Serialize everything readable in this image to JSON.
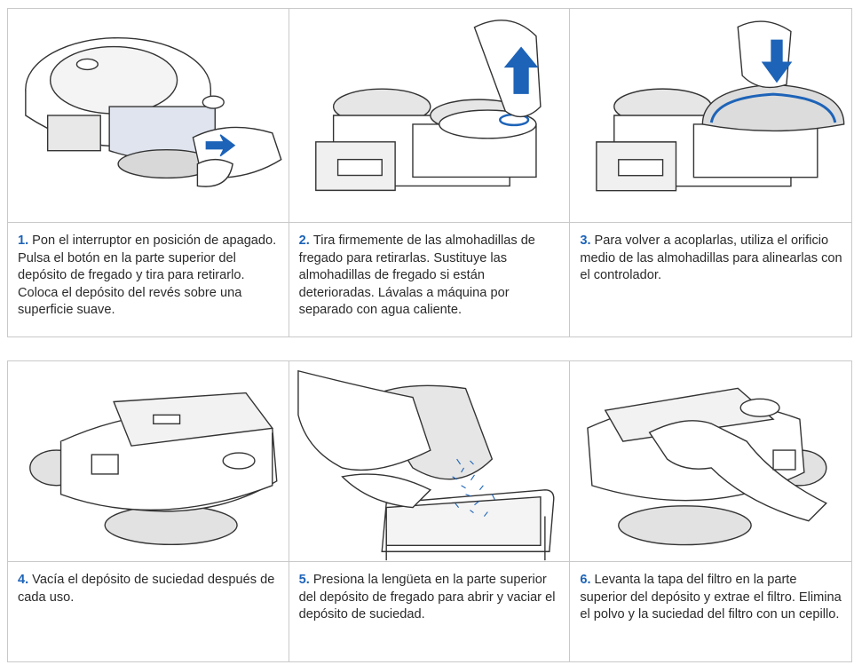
{
  "colors": {
    "accent": "#1d63b8",
    "border": "#c9c9c9",
    "line_art": "#333333"
  },
  "steps": [
    {
      "num": "1.",
      "text": "Pon el interruptor en posición de apagado. Pulsa el botón en la parte superior del depósito de fregado y tira para retirarlo. Coloca el depósito del revés sobre una superficie suave."
    },
    {
      "num": "2.",
      "text": "Tira firmemente de las almohadillas de fregado para retirarlas. Sustituye las almohadillas de fregado si están deterioradas. Lávalas a máquina por separado con agua caliente."
    },
    {
      "num": "3.",
      "text": "Para volver a acoplarlas, utiliza el orificio medio de las almohadillas para alinearlas con el controlador."
    },
    {
      "num": "4.",
      "text": "Vacía el depósito de suciedad después de cada uso."
    },
    {
      "num": "5.",
      "text": "Presiona la lengüeta en la parte superior del depósito de fregado para abrir y vaciar el depósito de suciedad."
    },
    {
      "num": "6.",
      "text": "Levanta la tapa del filtro en la parte superior del depósito y extrae el filtro. Elimina el polvo y la suciedad del filtro con un cepillo."
    }
  ]
}
